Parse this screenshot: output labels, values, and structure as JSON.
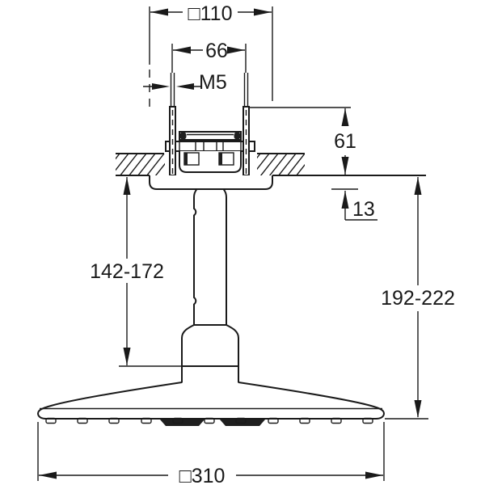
{
  "drawing": {
    "title": "Ceiling-mounted head shower - dimensional drawing",
    "units": "mm",
    "background_color": "#ffffff",
    "line_color": "#1a1a1a"
  },
  "dimensions": {
    "flange_width": "□110",
    "rod_spacing": "66",
    "thread_size": "M5",
    "above_ceiling_height": "61",
    "flange_depth": "13",
    "arm_length_range": "142-172",
    "total_drop_range": "192-222",
    "head_width": "□310"
  }
}
